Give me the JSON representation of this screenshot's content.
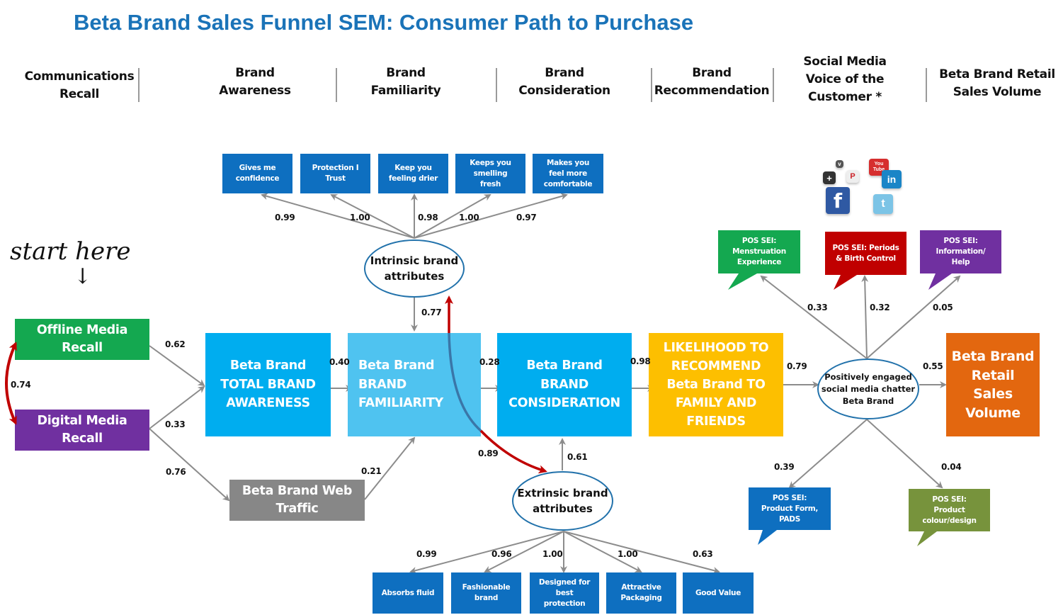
{
  "title": "Beta Brand Sales Funnel SEM: Consumer Path to Purchase",
  "stages": [
    "Communications\nRecall",
    "Brand\nAwareness",
    "Brand\nFamiliarity",
    "Brand\nConsideration",
    "Brand\nRecommendation",
    "Social Media\nVoice of the\nCustomer *",
    "Beta Brand Retail\nSales Volume"
  ],
  "annotation": "start here",
  "colors": {
    "title": "#1a73b8",
    "offline": "#14a850",
    "digital": "#7030a0",
    "awareness": "#00adef",
    "familiarity": "#4fc3f0",
    "consideration": "#00adef",
    "recommend": "#fdbf00",
    "sales": "#e3670f",
    "web": "#878787",
    "attr_box": "#0e6fc0",
    "arrow": "#8c8c8c",
    "covariance": "#c00000",
    "pos_menstruation": "#14a850",
    "pos_periods": "#c00000",
    "pos_info": "#7030a0",
    "pos_product_form": "#0e6fc0",
    "pos_colour": "#77933c"
  },
  "nodes": {
    "offline": "Offline Media\nRecall",
    "digital": "Digital Media\nRecall",
    "web": "Beta Brand Web\nTraffic",
    "awareness": "Beta Brand\nTOTAL BRAND\nAWARENESS",
    "familiarity": "Beta Brand\nBRAND\nFAMILIARITY",
    "consideration": "Beta Brand\nBRAND\nCONSIDERATION",
    "recommend": "LIKELIHOOD TO\nRECOMMEND\nBeta Brand TO\nFAMILY AND\nFRIENDS",
    "social_chatter": "Positively engaged\nsocial media chatter\nBeta Brand",
    "sales": "Beta Brand\nRetail\nSales\nVolume",
    "intrinsic": "Intrinsic brand\nattributes",
    "extrinsic": "Extrinsic brand\nattributes"
  },
  "intrinsic_items": [
    {
      "label": "Gives me\nconfidence",
      "loading": "0.99"
    },
    {
      "label": "Protection I\nTrust",
      "loading": "1.00"
    },
    {
      "label": "Keep you\nfeeling drier",
      "loading": "0.98"
    },
    {
      "label": "Keeps you\nsmelling\nfresh",
      "loading": "1.00"
    },
    {
      "label": "Makes you\nfeel more\ncomfortable",
      "loading": "0.97"
    }
  ],
  "extrinsic_items": [
    {
      "label": "Absorbs fluid",
      "loading": "0.99"
    },
    {
      "label": "Fashionable\nbrand",
      "loading": "0.96"
    },
    {
      "label": "Designed for\nbest\nprotection",
      "loading": "1.00"
    },
    {
      "label": "Attractive\nPackaging",
      "loading": "1.00"
    },
    {
      "label": "Good Value",
      "loading": "0.63"
    }
  ],
  "pos_sei": [
    {
      "label": "POS SEI:\nMenstruation\nExperience",
      "loading": "0.33"
    },
    {
      "label": "POS SEI: Periods\n& Birth Control",
      "loading": "0.32"
    },
    {
      "label": "POS SEI:\nInformation/\nHelp",
      "loading": "0.05"
    },
    {
      "label": "POS SEI:\nProduct Form,\nPADS",
      "loading": "0.39"
    },
    {
      "label": "POS SEI:\nProduct\ncolour/design",
      "loading": "0.04"
    }
  ],
  "paths": {
    "offline_awareness": "0.62",
    "digital_awareness": "0.33",
    "digital_web": "0.76",
    "offline_digital_cov": "0.74",
    "awareness_familiarity": "0.40",
    "web_familiarity": "0.21",
    "intrinsic_familiarity": "0.77",
    "familiarity_consideration": "0.28",
    "intrinsic_extrinsic_cov": "0.89",
    "extrinsic_consideration": "0.61",
    "consideration_recommend": "0.98",
    "recommend_social": "0.79",
    "social_sales": "0.55"
  },
  "social_icons": [
    "f",
    "in",
    "t",
    "You Tube",
    "P",
    "+",
    "v"
  ]
}
